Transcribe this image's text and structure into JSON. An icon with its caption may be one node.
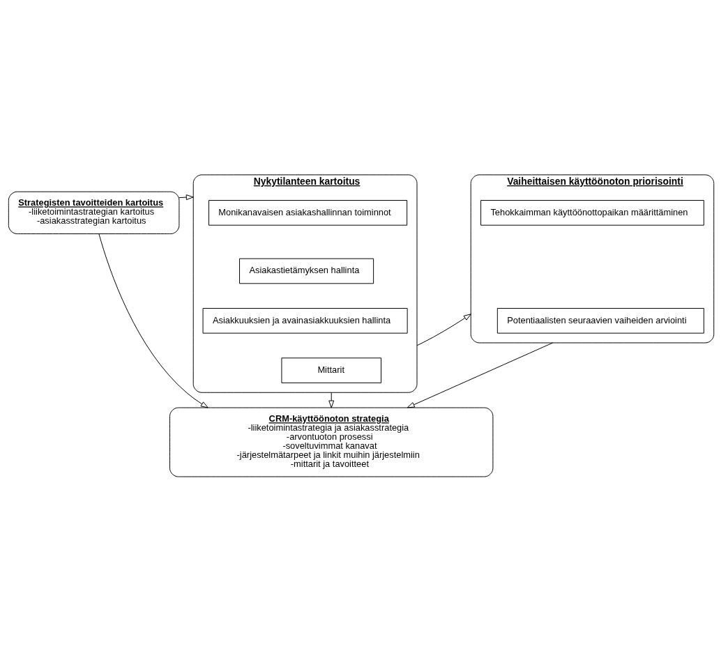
{
  "diagram": {
    "nodes": [
      {
        "text": [
          "Strategisten tavoitteiden kartoitus",
          "-liiketoimintastrategian kartoitus",
          "-asiakasstrategian kartoitus"
        ]
      },
      {
        "text": [
          "Nykytilanteen kartoitus"
        ]
      },
      {
        "text": [
          "Monikanavaisen asiakashallinnan toiminnot"
        ],
        "in": 1
      },
      {
        "text": [
          "Asiakastietämyksen hallinta"
        ],
        "in": 1
      },
      {
        "text": [
          "Asiakkuuksien ja avainasiakkuuksien hallinta"
        ],
        "in": 1
      },
      {
        "text": [
          "Mittarit"
        ],
        "in": 1
      },
      {
        "text": [
          "Vaiheittaisen käyttöönoton priorisointi"
        ]
      },
      {
        "text": [
          "Tehokkaimman käyttöönottopaikan määrittäminen"
        ],
        "in": 6
      },
      {
        "text": [
          "Potentiaalisten seuraavien vaiheiden arviointi"
        ],
        "in": 6
      },
      {
        "text": [
          "CRM-käyttöönoton strategia",
          "-liiketoimintastrategia ja asiakasstrategia",
          "-arvontuoton prosessi",
          "-soveltuvimmat kanavat",
          "-järjestelmätarpeet ja linkit muihin järjestelmiin",
          "-mittarit ja tavoitteet"
        ]
      }
    ],
    "edges": [
      {
        "from": 0,
        "to": 1,
        "arrow": "to"
      },
      {
        "from": 1,
        "to": 6,
        "arrow": "to"
      },
      {
        "from": 0,
        "to": 9,
        "arrow": "to"
      },
      {
        "from": 1,
        "to": 9,
        "arrow": "to"
      },
      {
        "from": 6,
        "to": 9,
        "arrow": "to"
      }
    ]
  }
}
